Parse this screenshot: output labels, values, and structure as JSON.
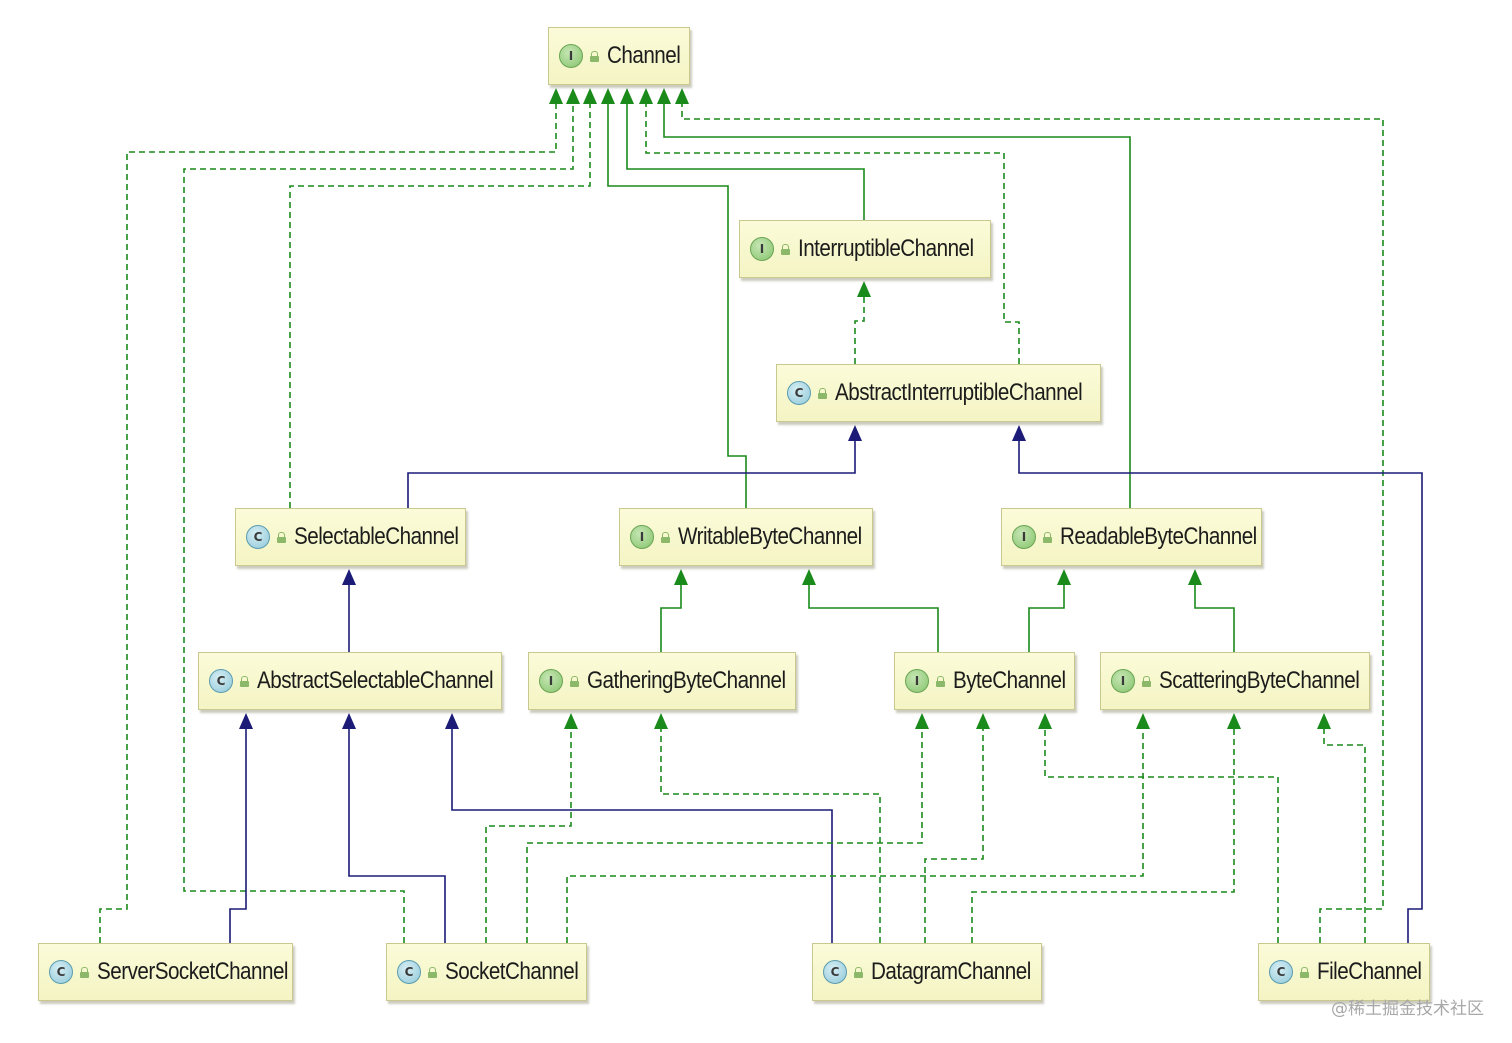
{
  "diagram": {
    "nodes": [
      {
        "id": "channel",
        "label": "Channel",
        "kind": "I"
      },
      {
        "id": "interruptible",
        "label": "InterruptibleChannel",
        "kind": "I"
      },
      {
        "id": "abstract-interruptible",
        "label": "AbstractInterruptibleChannel",
        "kind": "C"
      },
      {
        "id": "selectable",
        "label": "SelectableChannel",
        "kind": "C"
      },
      {
        "id": "writable-byte",
        "label": "WritableByteChannel",
        "kind": "I"
      },
      {
        "id": "readable-byte",
        "label": "ReadableByteChannel",
        "kind": "I"
      },
      {
        "id": "abstract-selectable",
        "label": "AbstractSelectableChannel",
        "kind": "C"
      },
      {
        "id": "gathering-byte",
        "label": "GatheringByteChannel",
        "kind": "I"
      },
      {
        "id": "byte",
        "label": "ByteChannel",
        "kind": "I"
      },
      {
        "id": "scattering-byte",
        "label": "ScatteringByteChannel",
        "kind": "I"
      },
      {
        "id": "server-socket",
        "label": "ServerSocketChannel",
        "kind": "C"
      },
      {
        "id": "socket",
        "label": "SocketChannel",
        "kind": "C"
      },
      {
        "id": "datagram",
        "label": "DatagramChannel",
        "kind": "C"
      },
      {
        "id": "file",
        "label": "FileChannel",
        "kind": "C"
      }
    ],
    "edges": [
      {
        "from": "interruptible",
        "to": "channel",
        "relation": "interface-extends"
      },
      {
        "from": "writable-byte",
        "to": "channel",
        "relation": "interface-extends"
      },
      {
        "from": "readable-byte",
        "to": "channel",
        "relation": "interface-extends"
      },
      {
        "from": "selectable",
        "to": "channel",
        "relation": "implements"
      },
      {
        "from": "server-socket",
        "to": "channel",
        "relation": "implements"
      },
      {
        "from": "socket",
        "to": "channel",
        "relation": "implements"
      },
      {
        "from": "abstract-interruptible",
        "to": "channel",
        "relation": "implements"
      },
      {
        "from": "file",
        "to": "channel",
        "relation": "implements"
      },
      {
        "from": "abstract-interruptible",
        "to": "interruptible",
        "relation": "implements"
      },
      {
        "from": "selectable",
        "to": "abstract-interruptible",
        "relation": "extends"
      },
      {
        "from": "file",
        "to": "abstract-interruptible",
        "relation": "extends"
      },
      {
        "from": "abstract-selectable",
        "to": "selectable",
        "relation": "extends"
      },
      {
        "from": "gathering-byte",
        "to": "writable-byte",
        "relation": "interface-extends"
      },
      {
        "from": "byte",
        "to": "writable-byte",
        "relation": "interface-extends"
      },
      {
        "from": "byte",
        "to": "readable-byte",
        "relation": "interface-extends"
      },
      {
        "from": "scattering-byte",
        "to": "readable-byte",
        "relation": "interface-extends"
      },
      {
        "from": "server-socket",
        "to": "abstract-selectable",
        "relation": "extends"
      },
      {
        "from": "socket",
        "to": "abstract-selectable",
        "relation": "extends"
      },
      {
        "from": "datagram",
        "to": "abstract-selectable",
        "relation": "extends"
      },
      {
        "from": "socket",
        "to": "gathering-byte",
        "relation": "implements"
      },
      {
        "from": "datagram",
        "to": "gathering-byte",
        "relation": "implements"
      },
      {
        "from": "socket",
        "to": "byte",
        "relation": "implements"
      },
      {
        "from": "datagram",
        "to": "byte",
        "relation": "implements"
      },
      {
        "from": "file",
        "to": "byte",
        "relation": "implements"
      },
      {
        "from": "socket",
        "to": "scattering-byte",
        "relation": "implements"
      },
      {
        "from": "datagram",
        "to": "scattering-byte",
        "relation": "implements"
      },
      {
        "from": "file",
        "to": "scattering-byte",
        "relation": "implements"
      }
    ],
    "colors": {
      "interface_edge": "#1a8a1a",
      "class_edge": "#1c1c78",
      "node_fill": "#f7f7cc",
      "node_border": "#c9c98f"
    }
  },
  "watermark": "@稀土掘金技术社区"
}
